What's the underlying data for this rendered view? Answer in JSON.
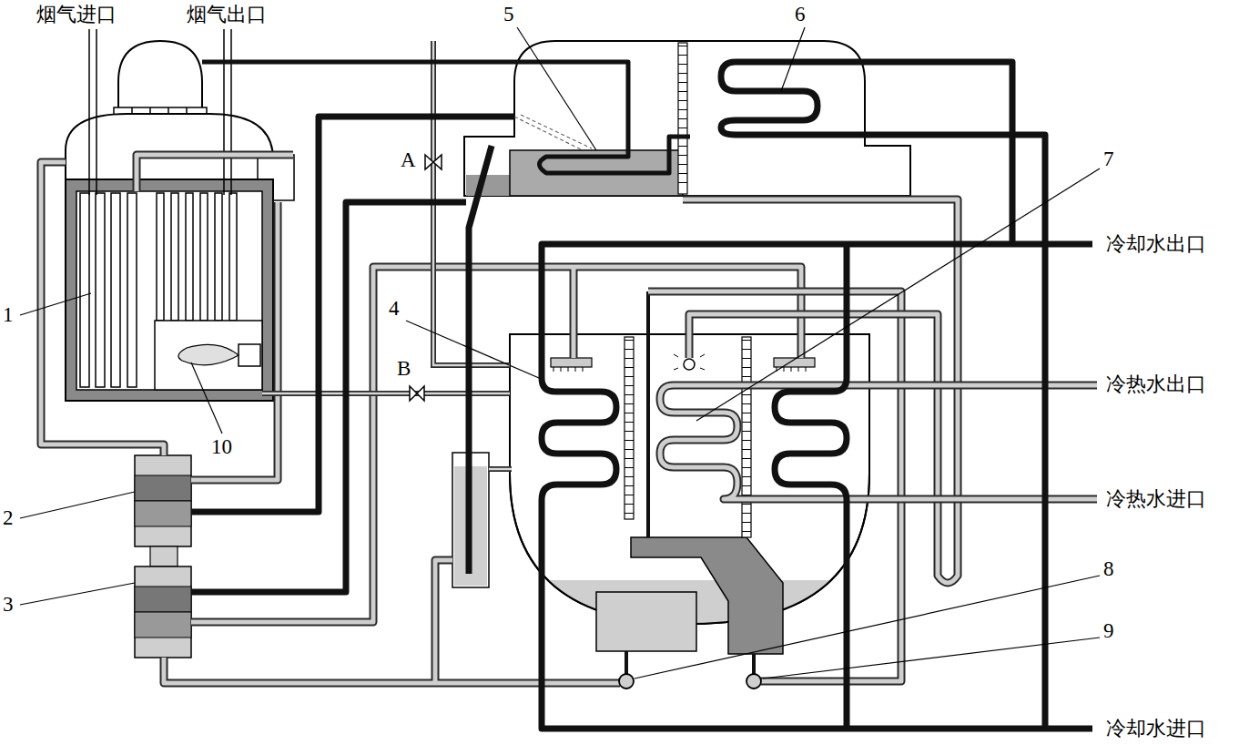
{
  "diagram": {
    "labels": [
      "烟气进口",
      "烟气出口",
      "5",
      "6",
      "7",
      "A",
      "1",
      "4",
      "B",
      "冷却水出口",
      "冷热水出口",
      "冷热水进口",
      "2",
      "10",
      "8",
      "3",
      "9",
      "冷却水进口"
    ]
  }
}
